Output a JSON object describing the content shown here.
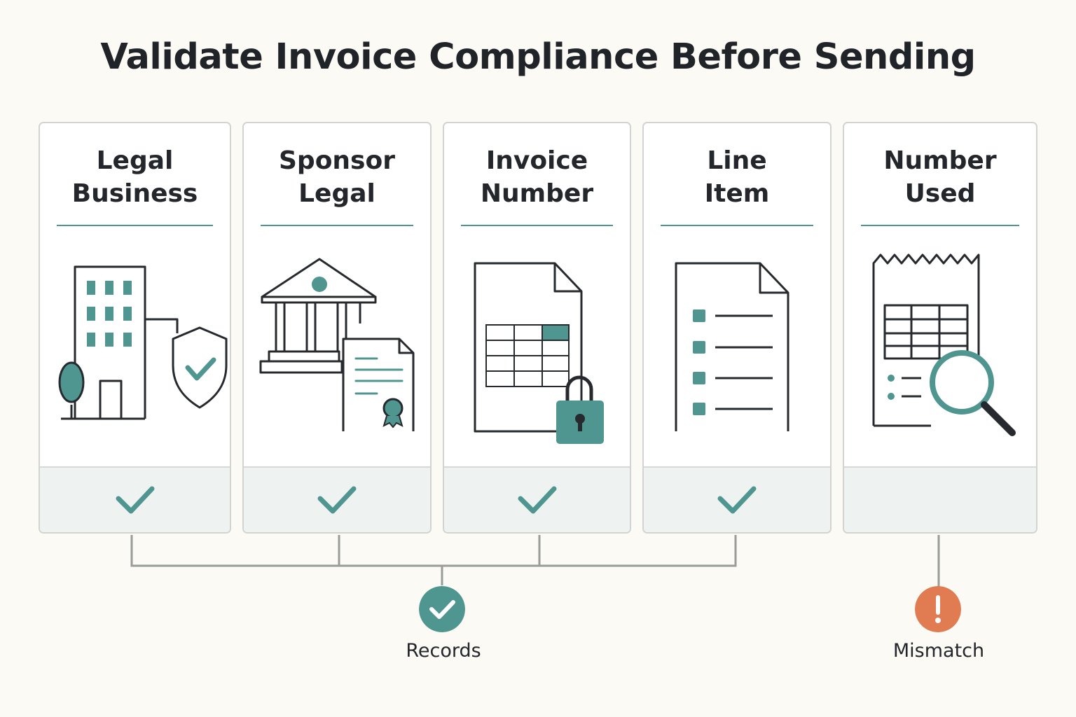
{
  "title": "Validate Invoice Compliance Before Sending",
  "colors": {
    "accent": "#4f9590",
    "ink": "#23262b",
    "footer": "#eef3f1",
    "alert": "#e07b52"
  },
  "cards": [
    {
      "title": "Legal\nBusiness",
      "icon": "building-shield-icon",
      "status": "check-icon"
    },
    {
      "title": "Sponsor\nLegal",
      "icon": "bank-document-icon",
      "status": "check-icon"
    },
    {
      "title": "Invoice\nNumber",
      "icon": "spreadsheet-lock-icon",
      "status": "check-icon"
    },
    {
      "title": "Line\nItem",
      "icon": "checklist-document-icon",
      "status": "check-icon"
    },
    {
      "title": "Number\nUsed",
      "icon": "receipt-magnifier-icon",
      "status": ""
    }
  ],
  "outcomes": {
    "records": {
      "label": "Records",
      "icon": "check-circle-icon"
    },
    "mismatch": {
      "label": "Mismatch",
      "icon": "exclamation-circle-icon"
    }
  }
}
